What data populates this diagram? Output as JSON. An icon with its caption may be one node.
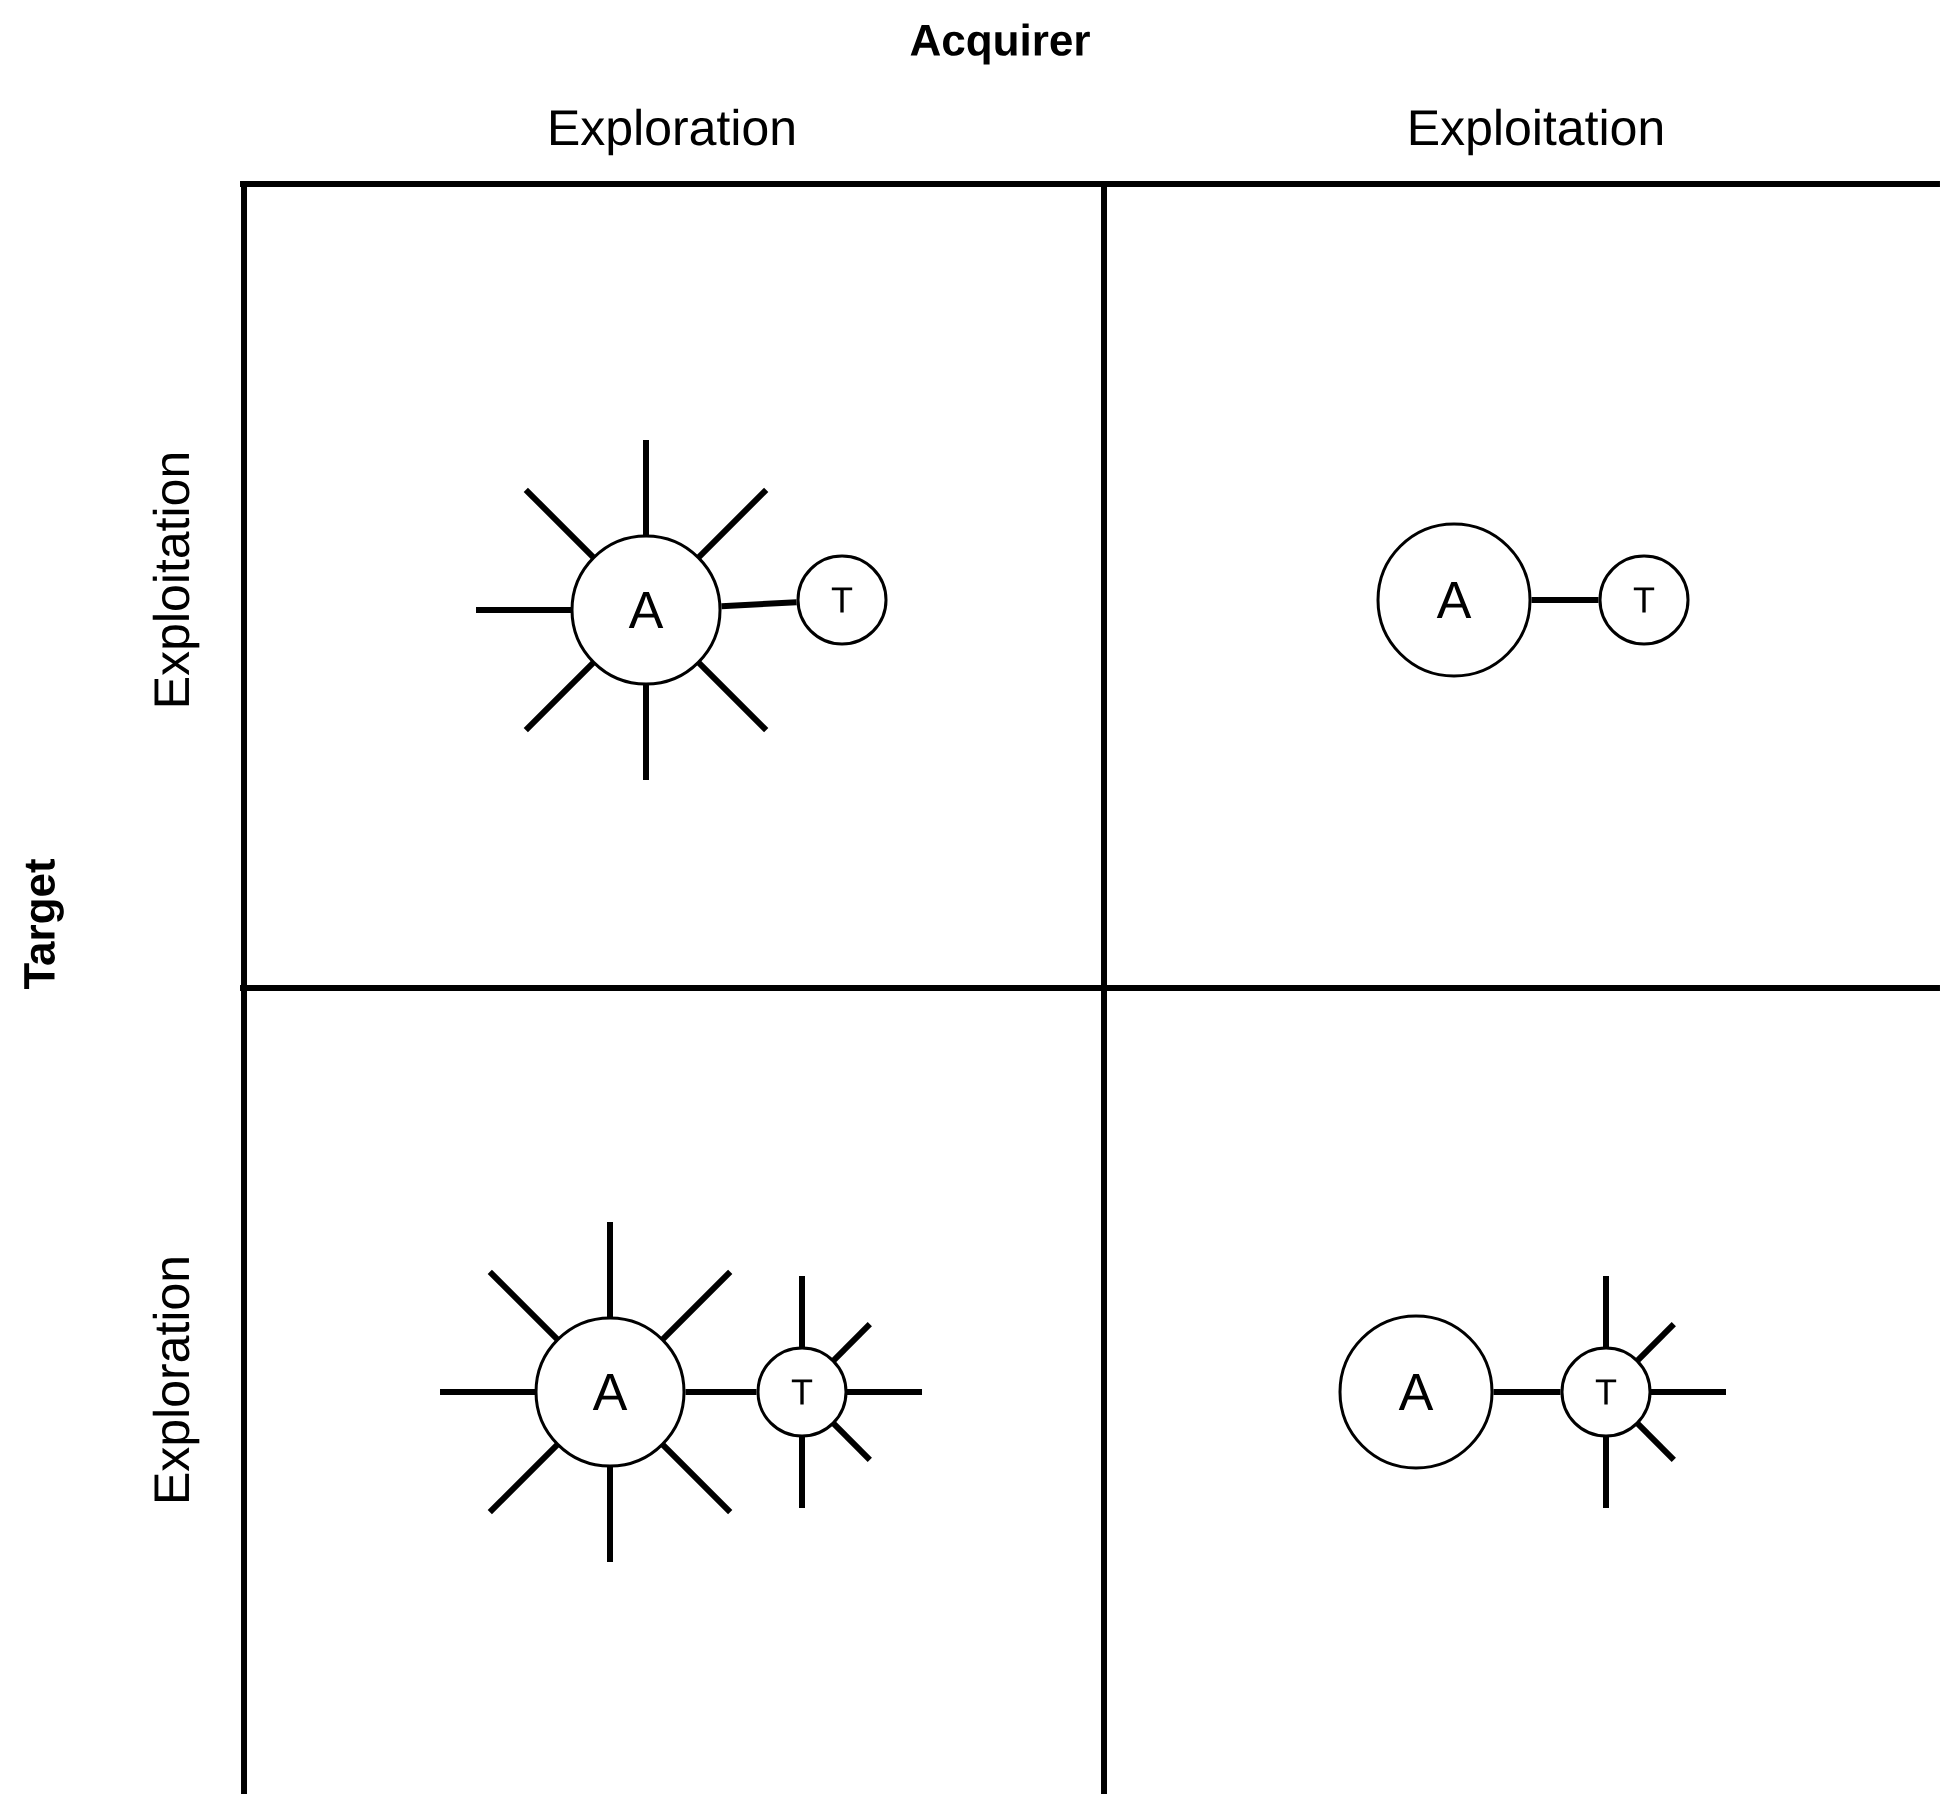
{
  "diagram": {
    "nodes": [
      {
        "text": [
          "A"
        ]
      },
      {
        "text": [
          "T"
        ]
      },
      {
        "text": [
          "A"
        ]
      },
      {
        "text": [
          "T"
        ]
      },
      {
        "text": [
          "A"
        ]
      },
      {
        "text": [
          "T"
        ]
      },
      {
        "text": [
          "A"
        ]
      },
      {
        "text": [
          "T"
        ]
      }
    ],
    "edges": [
      {
        "from": 0,
        "to": 1,
        "arrow": "none"
      },
      {
        "from": 2,
        "to": 3,
        "arrow": "none"
      },
      {
        "from": 4,
        "to": 5,
        "arrow": "none"
      },
      {
        "from": 6,
        "to": 7,
        "arrow": "none"
      }
    ],
    "labels": [
      "Acquirer",
      "Exploration",
      "Exploitation",
      "Target",
      "Exploitation",
      "Exploration"
    ]
  }
}
